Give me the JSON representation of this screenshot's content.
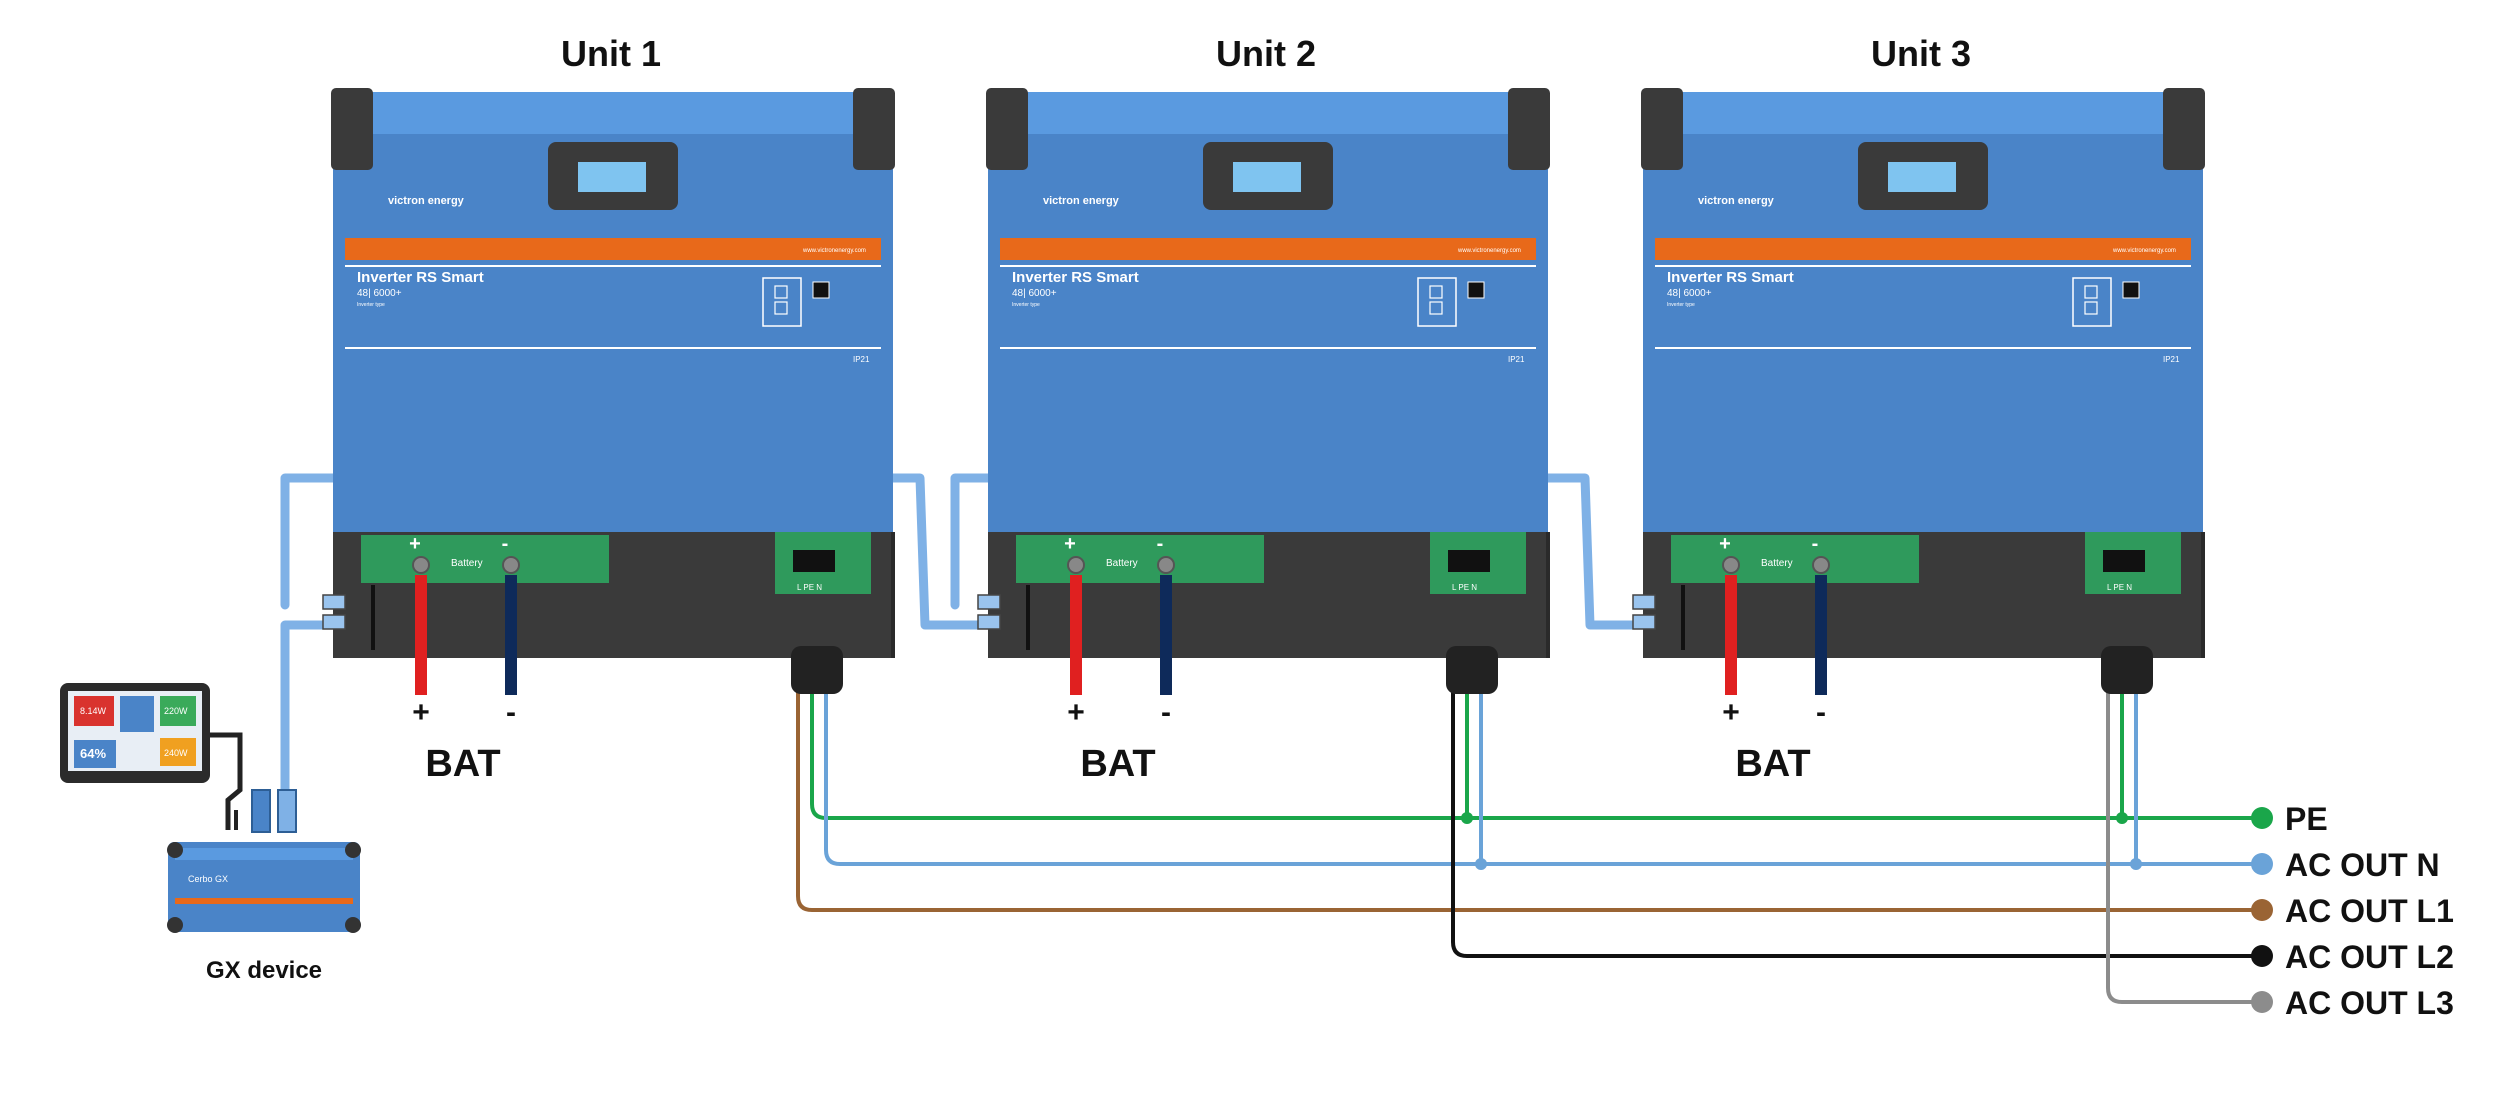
{
  "units": [
    {
      "title": "Unit 1",
      "brand": "victron energy",
      "product": "Inverter RS Smart",
      "spec": "48| 6000+",
      "subspec": "Inverter type ",
      "web": "www.victronenergy.com",
      "cert": "IP21",
      "battery": "Battery",
      "terminal": "L  PE  N",
      "bat_label": "BAT",
      "plus": "+",
      "minus": "-"
    },
    {
      "title": "Unit 2",
      "brand": "victron energy",
      "product": "Inverter RS Smart",
      "spec": "48| 6000+",
      "subspec": "Inverter type ",
      "web": "www.victronenergy.com",
      "cert": "IP21",
      "battery": "Battery",
      "terminal": "L  PE  N",
      "bat_label": "BAT",
      "plus": "+",
      "minus": "-"
    },
    {
      "title": "Unit 3",
      "brand": "victron energy",
      "product": "Inverter RS Smart",
      "spec": "48| 6000+",
      "subspec": "Inverter type ",
      "web": "www.victronenergy.com",
      "cert": "IP21",
      "battery": "Battery",
      "terminal": "L  PE  N",
      "bat_label": "BAT",
      "plus": "+",
      "minus": "-"
    }
  ],
  "outputs": [
    {
      "label": "PE",
      "color": "#1aa64a"
    },
    {
      "label": "AC OUT  N",
      "color": "#6aa3d8"
    },
    {
      "label": "AC OUT L1",
      "color": "#9a6434"
    },
    {
      "label": "AC OUT L2",
      "color": "#111111"
    },
    {
      "label": "AC OUT L3",
      "color": "#8c8c8c"
    }
  ],
  "gx": {
    "label": "GX device",
    "model": "Cerbo GX",
    "screen": {
      "tile_1": "8.14W",
      "tile_2": "220W",
      "tile_3": "64%",
      "tile_4": "240W"
    }
  },
  "colors": {
    "inverter_blue": "#4a84c8",
    "inverter_top": "#5a9ae0",
    "orange_strip": "#e8691a",
    "terminal_green": "#2f9a5c",
    "dark_body": "#3a3a3a",
    "cable_red": "#e02020",
    "cable_navy": "#0e2a5a",
    "ve_bus_blue": "#7fb1e6"
  }
}
